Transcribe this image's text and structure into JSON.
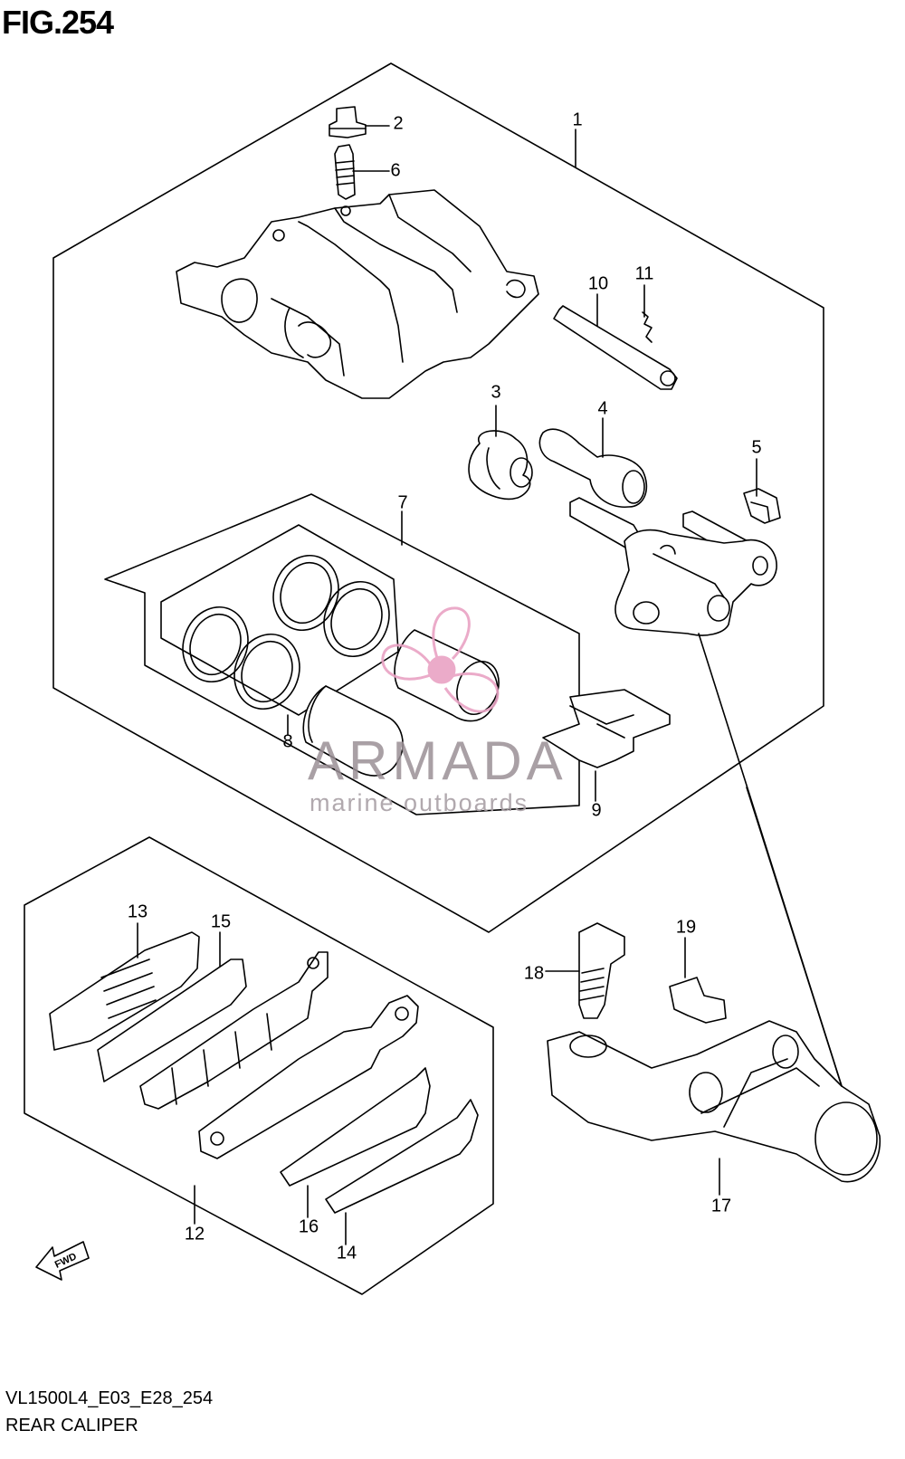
{
  "figure": {
    "title": "FIG.254",
    "code": "VL1500L4_E03_E28_254",
    "name": "REAR CALIPER"
  },
  "fwd_label": "FWD",
  "watermark": {
    "brand": "ARMADA",
    "tagline": "marine outboards",
    "accent_color": "#e9a3c4"
  },
  "callouts": [
    "1",
    "2",
    "3",
    "4",
    "5",
    "6",
    "7",
    "8",
    "9",
    "10",
    "11",
    "12",
    "13",
    "14",
    "15",
    "16",
    "17",
    "18",
    "19"
  ],
  "line_color": "#000000"
}
